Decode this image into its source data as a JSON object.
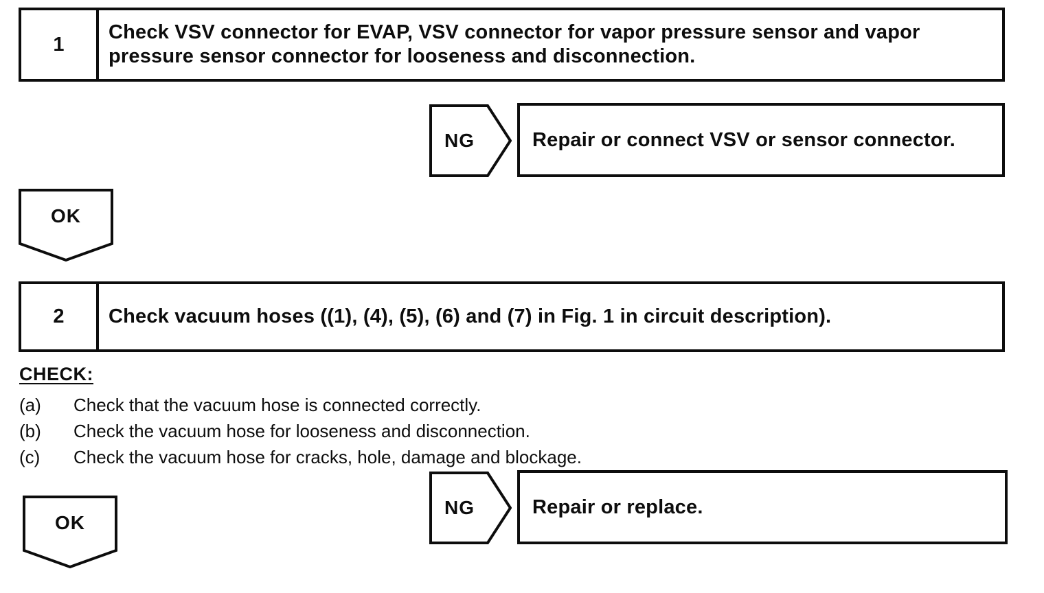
{
  "colors": {
    "ink": "#0d0d0d",
    "paper": "#ffffff"
  },
  "steps": [
    {
      "number": "1",
      "instruction": "Check VSV connector for EVAP, VSV connector for vapor pressure sensor and vapor pressure sensor connector for looseness and disconnection.",
      "ng": {
        "label": "NG",
        "action": "Repair or connect VSV or sensor connector."
      },
      "ok": {
        "label": "OK"
      }
    },
    {
      "number": "2",
      "instruction": "Check vacuum hoses ((1), (4), (5), (6) and (7) in Fig. 1 in circuit description).",
      "check": {
        "heading": "CHECK:",
        "items": [
          {
            "marker": "(a)",
            "text": "Check that the vacuum hose is connected correctly."
          },
          {
            "marker": "(b)",
            "text": "Check the vacuum hose for looseness and disconnection."
          },
          {
            "marker": "(c)",
            "text": "Check the vacuum hose for cracks, hole, damage and blockage."
          }
        ]
      },
      "ng": {
        "label": "NG",
        "action": "Repair or replace."
      },
      "ok": {
        "label": "OK"
      }
    }
  ]
}
